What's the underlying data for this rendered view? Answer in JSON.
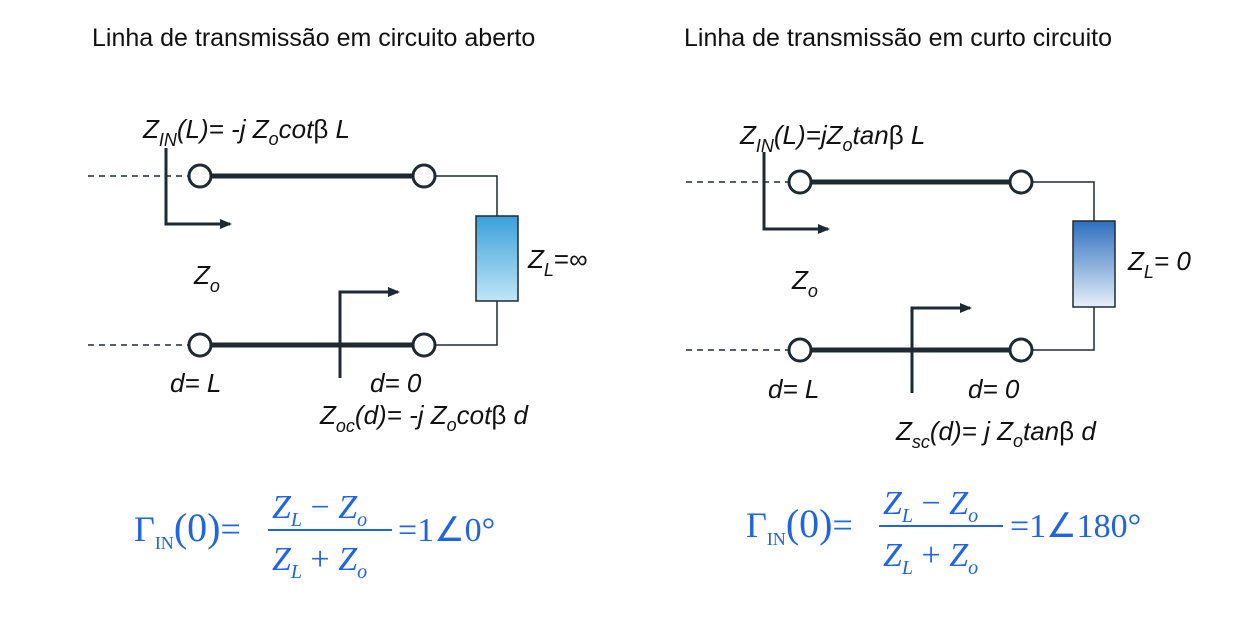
{
  "titles": {
    "open": "Linha de transmissão em circuito aberto",
    "short": "Linha de transmissão em curto circuito"
  },
  "open": {
    "zin": {
      "z": "Z",
      "sub": "IN",
      "rest": "(L)= -j Z",
      "sub2": "o",
      "rest2": "cot",
      "beta": "β",
      "end": " L"
    },
    "zo": {
      "z": "Z",
      "sub": "o"
    },
    "zl": {
      "z": "Z",
      "sub": "L",
      "rest": "=∞"
    },
    "d_left": "d= L",
    "d_right": "d= 0",
    "zd": {
      "z": "Z",
      "sub": "oc",
      "rest": "(d)= -j Z",
      "sub2": "o",
      "rest2": "cot",
      "beta": "β",
      "end": " d"
    },
    "gamma": {
      "G": "Γ",
      "sub": "IN",
      "arg": "(0)",
      "eq": "=",
      "num": "Z",
      "numsub": "L",
      "op1": " − ",
      "num2": "Z",
      "numsub2": "o",
      "den": "Z",
      "densub": "L",
      "op2": " + ",
      "den2": "Z",
      "densub2": "o",
      "result": "=1∠0°"
    }
  },
  "short": {
    "zin": {
      "z": "Z",
      "sub": "IN",
      "rest": "(L)=jZ",
      "sub2": "o",
      "rest2": "tan",
      "beta": "β",
      "end": " L"
    },
    "zo": {
      "z": "Z",
      "sub": "o"
    },
    "zl": {
      "z": "Z",
      "sub": "L",
      "rest": "= 0"
    },
    "d_left": "d= L",
    "d_right": "d= 0",
    "zd": {
      "z": "Z",
      "sub": "sc",
      "rest": "(d)= j Z",
      "sub2": "o",
      "rest2": "tan",
      "beta": "β",
      "end": " d"
    },
    "gamma": {
      "G": "Γ",
      "sub": "IN",
      "arg": "(0)",
      "eq": "=",
      "num": "Z",
      "numsub": "L",
      "op1": " − ",
      "num2": "Z",
      "numsub2": "o",
      "den": "Z",
      "densub": "L",
      "op2": " + ",
      "den2": "Z",
      "densub2": "o",
      "result": "=1∠180°"
    }
  },
  "colors": {
    "line": "#1e2a33",
    "equation": "#1f63e6",
    "load_open_top": "#3aa0d8",
    "load_open_bottom": "#bfe6f7",
    "load_short_top": "#2f6fbf",
    "load_short_bottom": "#e6eff9"
  }
}
